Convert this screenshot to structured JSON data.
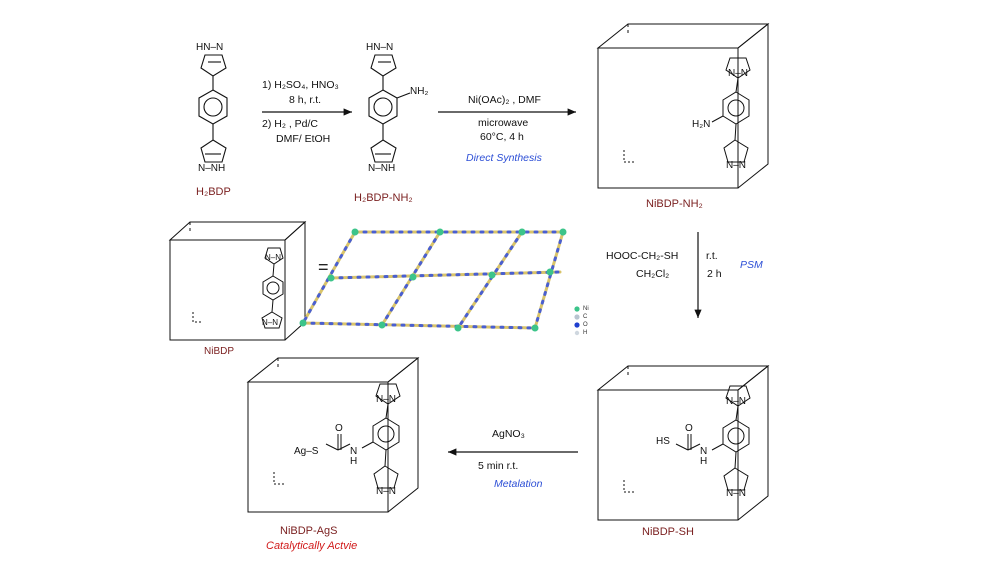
{
  "compounds": {
    "h2bdp": "H₂BDP",
    "h2bdp_nh2": "H₂BDP-NH₂",
    "nibdp_nh2": "NiBDP-NH₂",
    "nibdp": "NiBDP",
    "nibdp_sh": "NiBDP-SH",
    "nibdp_ags": "NiBDP-AgS",
    "catalytic": "Catalytically Actvie"
  },
  "step1": {
    "line1": "1) H₂SO₄, HNO₃",
    "line2": "8 h, r.t.",
    "line3": "2)  H₂ , Pd/C",
    "line4": "DMF/ EtOH"
  },
  "step2": {
    "line1": "Ni(OAc)₂ ,  DMF",
    "line2": "microwave",
    "line3": "60°C, 4 h",
    "method": "Direct Synthesis"
  },
  "step3": {
    "reagent": "HOOC-CH₂-SH",
    "solvent": "CH₂Cl₂",
    "temp": "r.t.",
    "time": "2 h",
    "method": "PSM"
  },
  "step4": {
    "reagent": "AgNO₃",
    "conditions": "5 min  r.t.",
    "method": "Metalation"
  },
  "equals": "=",
  "legend": [
    {
      "label": "Ni",
      "color": "#3cc48a"
    },
    {
      "label": "C",
      "color": "#b8c4d0"
    },
    {
      "label": "O",
      "color": "#1f3fcf"
    },
    {
      "label": "H",
      "color": "#cfd7df"
    }
  ],
  "atoms": {
    "hn_n": "HN–N",
    "n_nh": "N–NH",
    "nh2": "NH₂",
    "h2n": "H₂N",
    "n_n": "N–N",
    "hs": "HS",
    "ag_s": "Ag–S",
    "o": "O",
    "n_h": "N",
    "h": "H",
    "nn": "N–N"
  }
}
